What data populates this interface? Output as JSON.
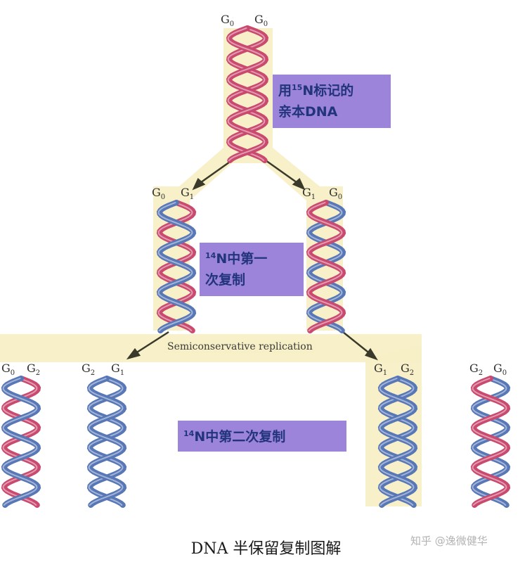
{
  "colors": {
    "parental_strand": "#c9496f",
    "new_strand": "#5877b6",
    "label_box": "#9b84da",
    "label_text": "#22347a",
    "glow": "#f7efc6"
  },
  "parent": {
    "labels": [
      "G",
      "G"
    ],
    "subs": [
      "0",
      "0"
    ],
    "box": {
      "prefix": "用",
      "sup": "15",
      "rest": "N标记的",
      "line2": "亲本DNA"
    }
  },
  "gen1": {
    "left_labels": [
      "G",
      "G"
    ],
    "left_subs": [
      "0",
      "1"
    ],
    "right_labels": [
      "G",
      "G"
    ],
    "right_subs": [
      "1",
      "0"
    ],
    "box": {
      "sup": "14",
      "rest": "N中第一",
      "line2": "次复制"
    }
  },
  "gen2": {
    "labels": [
      {
        "a": "G",
        "as": "0",
        "b": "G",
        "bs": "2"
      },
      {
        "a": "G",
        "as": "2",
        "b": "G",
        "bs": "1"
      },
      {
        "a": "G",
        "as": "1",
        "b": "G",
        "bs": "2"
      },
      {
        "a": "G",
        "as": "2",
        "b": "G",
        "bs": "0"
      }
    ],
    "box": {
      "sup": "14",
      "rest": "N中第二次复制"
    }
  },
  "caption_en": "Semiconservative replication",
  "footer": {
    "title": "DNA 半保留复制图解",
    "watermark": "知乎 @逸微健华"
  }
}
